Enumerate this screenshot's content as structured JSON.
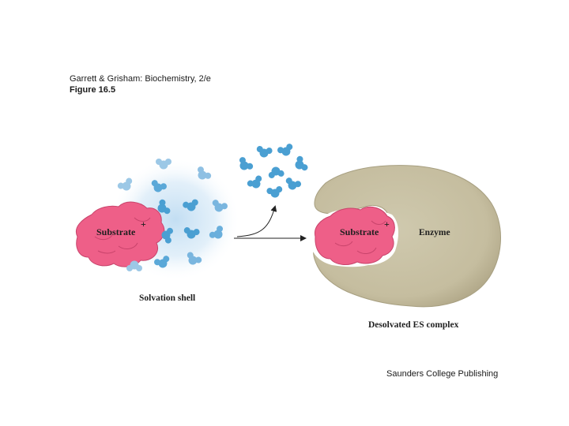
{
  "header": {
    "citation": "Garrett & Grisham: Biochemistry, 2/e",
    "figure": "Figure 16.5"
  },
  "labels": {
    "substrate_left": "Substrate",
    "substrate_right": "Substrate",
    "charge_left": "+",
    "charge_right": "+",
    "enzyme": "Enzyme",
    "solvation_shell": "Solvation shell",
    "complex": "Desolvated ES complex"
  },
  "footer": {
    "publisher": "Saunders College Publishing"
  },
  "colors": {
    "substrate": "#ee5f88",
    "water": "#4a9fd2",
    "water_light": "#9cc8e6",
    "enzyme": "#c8c1a5",
    "halo": "#bfdcf2"
  }
}
